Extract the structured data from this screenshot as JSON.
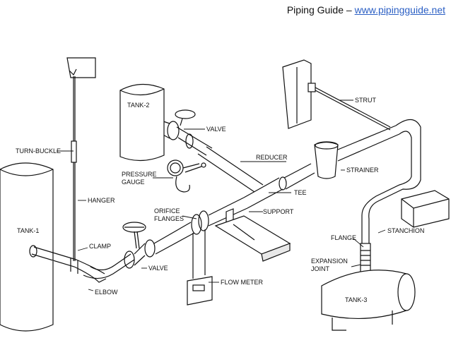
{
  "header": {
    "title": "Piping Guide",
    "separator": "–",
    "url": "www.pipingguide.net",
    "link_color": "#2b5fc4"
  },
  "labels": {
    "tank2": "TANK-2",
    "valve_top": "VALVE",
    "strut": "STRUT",
    "turn_buckle": "TURN-BUCKLE",
    "reducer": "REDUCER",
    "strainer": "STRAINER",
    "pressure_gauge_1": "PRESSURE",
    "pressure_gauge_2": "GAUGE",
    "tee": "TEE",
    "hanger": "HANGER",
    "orifice_1": "ORIFICE",
    "orifice_2": "FLANGES",
    "support": "SUPPORT",
    "tank1": "TANK-1",
    "stanchion": "STANCHION",
    "clamp": "CLAMP",
    "flange": "FLANGE",
    "valve_bottom": "VALVE",
    "expansion_1": "EXPANSION",
    "expansion_2": "JOINT",
    "elbow": "ELBOW",
    "flow_meter": "FLOW METER",
    "tank3": "TANK-3"
  }
}
